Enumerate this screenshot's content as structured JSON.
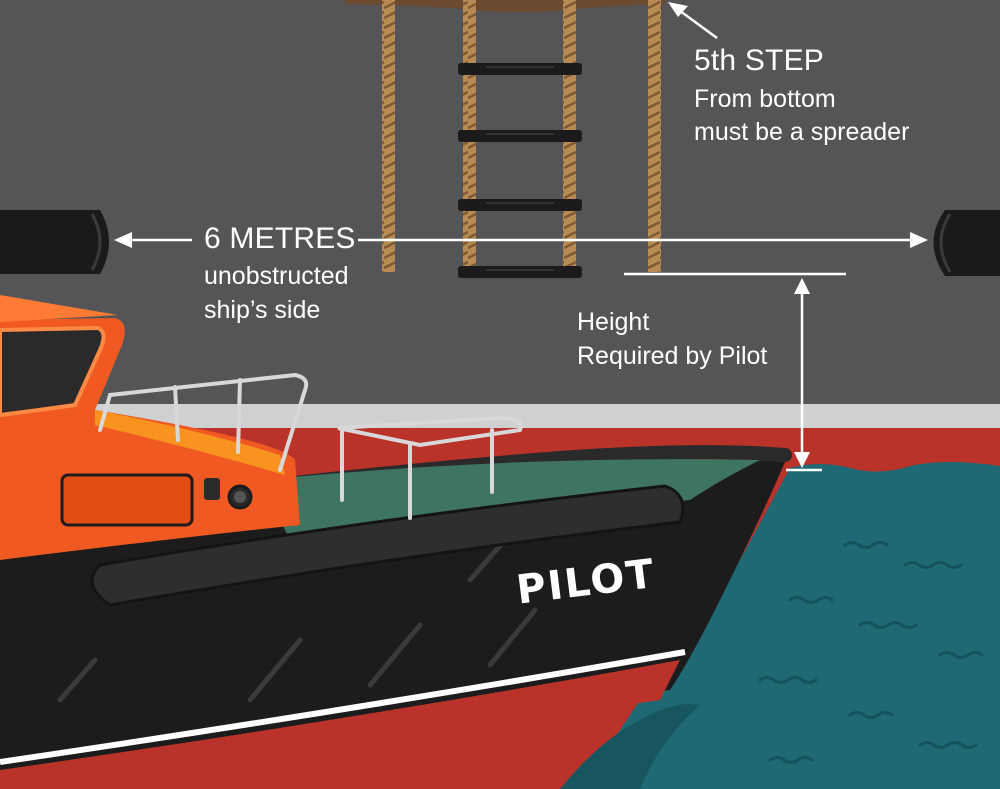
{
  "annotations": {
    "step": {
      "title": "5th STEP",
      "line1": "From bottom",
      "line2": "must be a spreader"
    },
    "width": {
      "title": "6 METRES",
      "line1": "unobstructed",
      "line2": "ship’s side"
    },
    "height": {
      "line1": "Height",
      "line2": "Required by Pilot"
    }
  },
  "boat": {
    "name": "PILOT"
  },
  "colors": {
    "ship_hull_grey": "#555557",
    "boot_top": "#cfd0d2",
    "ship_red": "#b9332a",
    "sea": "#1e6973",
    "pilot_boat_orange": "#f05a22",
    "pilot_boat_hull": "#1c1c1c",
    "deck_green": "#3f7460",
    "rope": "#b88b54",
    "annotation_white": "#ffffff"
  }
}
